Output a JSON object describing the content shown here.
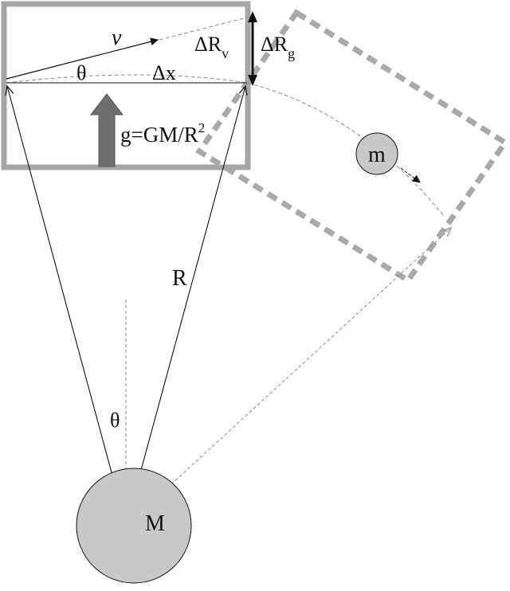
{
  "labels": {
    "v": "v",
    "theta_top": "θ",
    "delta_x": "Δx",
    "delta_r_v": "ΔR",
    "delta_r_v_sub": "v",
    "delta_r_g": "ΔR",
    "delta_r_g_sub": "g",
    "gravity_main": "g=GM/R",
    "gravity_sup": "2",
    "radius": "R",
    "theta_bottom": "θ",
    "small_mass": "m",
    "big_mass": "M"
  },
  "colors": {
    "box_solid": "#a6a6a6",
    "box_dashed": "#a9a9a9",
    "gravity_arrow": "#6e6e6e",
    "mass_fill": "#c8c8c8",
    "line": "#111111",
    "dashed_line": "#8c8c8c"
  }
}
